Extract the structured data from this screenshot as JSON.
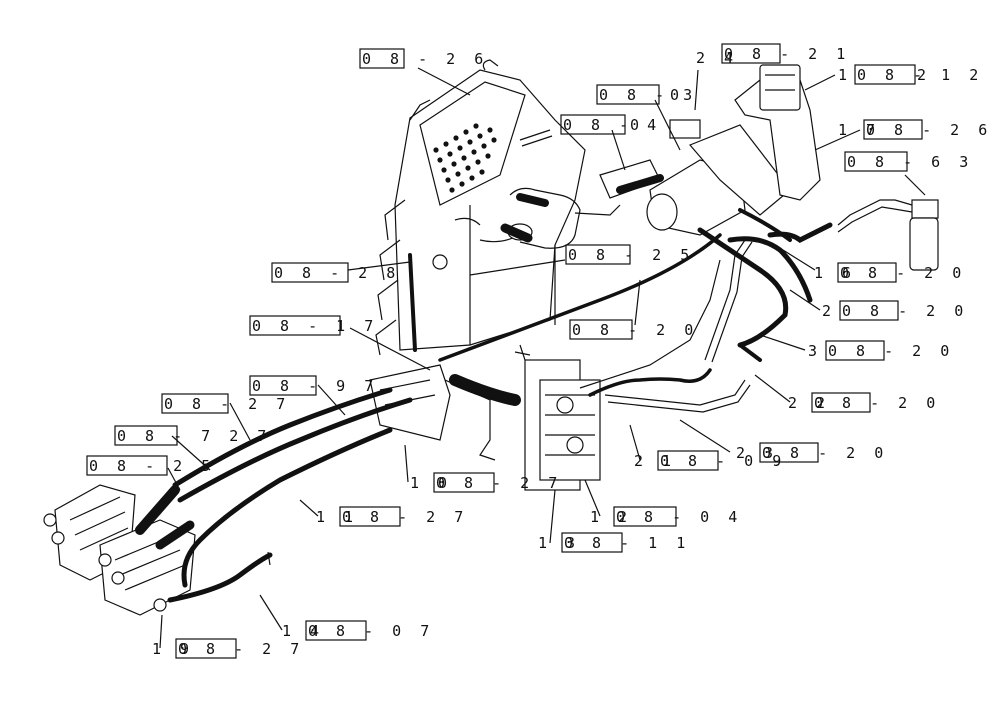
{
  "diagram": {
    "callouts": [
      {
        "num": "",
        "ref": "0 8 - 2 6"
      },
      {
        "num": "2 4",
        "ref": "0 8 - 2 1"
      },
      {
        "num": "1",
        "ref": "0 8 - 1 2"
      },
      {
        "num": "",
        "ref": "0 8 - 3",
        "suffix": "0"
      },
      {
        "num": "",
        "ref": "0 8 - 4",
        "suffix": "0"
      },
      {
        "num": "1 7",
        "ref": "0 8 - 2 6"
      },
      {
        "num": "",
        "ref": "0 8 - 6 3"
      },
      {
        "num": "",
        "ref": "0 8 - 2 5"
      },
      {
        "num": "",
        "ref": "0 8 - 2 8"
      },
      {
        "num": "1 6",
        "ref": "0 8 - 2 0"
      },
      {
        "num": "2",
        "ref": "0 8 - 2 0"
      },
      {
        "num": "",
        "ref": "0 8 - 2 0"
      },
      {
        "num": "",
        "ref": "0 8 - 1 7"
      },
      {
        "num": "3",
        "ref": "0 8 - 2 0"
      },
      {
        "num": "",
        "ref": "0 8 - 9 7"
      },
      {
        "num": "2 2",
        "ref": "0 8 - 2 0"
      },
      {
        "num": "",
        "ref": "0 8 - 2 7"
      },
      {
        "num": "",
        "ref": "0 8 - 7 2 7"
      },
      {
        "num": "2 3",
        "ref": "0 8 - 2 0"
      },
      {
        "num": "2 1",
        "ref": "0 8 - 0 9"
      },
      {
        "num": "",
        "ref": "0 8 - 2 5"
      },
      {
        "num": "1 0",
        "ref": "0 8 - 2 7"
      },
      {
        "num": "1 1",
        "ref": "0 8 - 2 7"
      },
      {
        "num": "1 2",
        "ref": "0 8 - 0 4"
      },
      {
        "num": "1 3",
        "ref": "0 8 - 1 1"
      },
      {
        "num": "1 4",
        "ref": "0 8 - 0 7"
      },
      {
        "num": "1 9",
        "ref": "0 8 - 2 7"
      }
    ]
  }
}
